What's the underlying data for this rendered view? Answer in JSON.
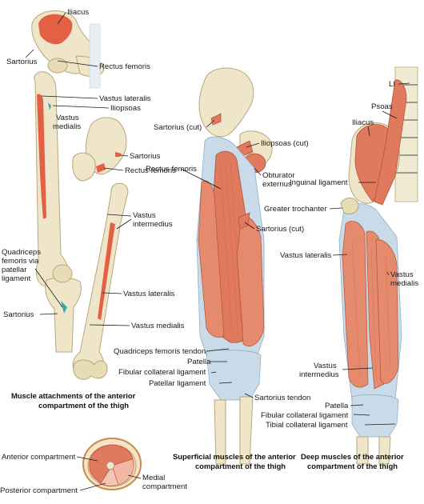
{
  "panels": {
    "attachments": {
      "caption_line1": "Muscle attachments of the anterior",
      "caption_line2": "compartment of the thigh",
      "labels": {
        "iliacus": "Iliacus",
        "sartorius_top": "Sartorius",
        "rectus_femoris": "Rectus femoris",
        "vastus_lateralis": "Vastus lateralis",
        "iliopsoas": "Iliopsoas",
        "vastus_medialis_1": "Vastus",
        "vastus_medialis_2": "medialis",
        "sartorius_mid": "Sartorius",
        "rectus_femoris_2": "Rectus femoris",
        "vastus_intermedius_1": "Vastus",
        "vastus_intermedius_2": "intermedius",
        "quadriceps_1": "Quadriceps",
        "quadriceps_2": "femoris via",
        "quadriceps_3": "patellar",
        "quadriceps_4": "ligament",
        "sartorius_low": "Sartorius",
        "vastus_lateralis_2": "Vastus lateralis",
        "vastus_medialis_3": "Vastus medialis"
      }
    },
    "superficial": {
      "caption_line1": "Superficial muscles of the anterior",
      "caption_line2": "compartment of the thigh",
      "labels": {
        "sartorius_cut": "Sartorius (cut)",
        "iliopsoas_cut": "Iliopsoas (cut)",
        "obturator_1": "Obturator",
        "obturator_2": "externus",
        "rectus_femoris": "Rectus femoris",
        "sartorius_cut_2": "Sartorius (cut)",
        "quad_tendon": "Quadriceps femoris tendon",
        "patella": "Patella",
        "fibular_coll": "Fibular collateral ligament",
        "patellar_lig": "Patellar ligament",
        "sartorius_tendon": "Sartorius tendon"
      }
    },
    "deep": {
      "caption_line1": "Deep muscles of the anterior",
      "caption_line2": "compartment of the thigh",
      "labels": {
        "li": "LI",
        "psoas": "Psoas",
        "iliacus": "Iliacus",
        "inguinal": "Inguinal ligament",
        "greater_troch": "Greater trochanter",
        "vastus_lateralis": "Vastus lateralis",
        "vastus_medialis_1": "Vastus",
        "vastus_medialis_2": "medialis",
        "vastus_intermedius_1": "Vastus",
        "vastus_intermedius_2": "intermedius",
        "patella": "Patella",
        "fibular_coll": "Fibular collateral ligament",
        "tibial_coll": "Tibial collateral ligament"
      }
    },
    "cross_section": {
      "anterior": "Anterior compartment",
      "medial_1": "Medial",
      "medial_2": "compartment",
      "posterior": "Posterior compartment"
    }
  },
  "colors": {
    "muscle": "#e07a5f",
    "bone": "#efe6c9",
    "tendon": "#c9dbe8",
    "attachment": "#e2583e"
  }
}
